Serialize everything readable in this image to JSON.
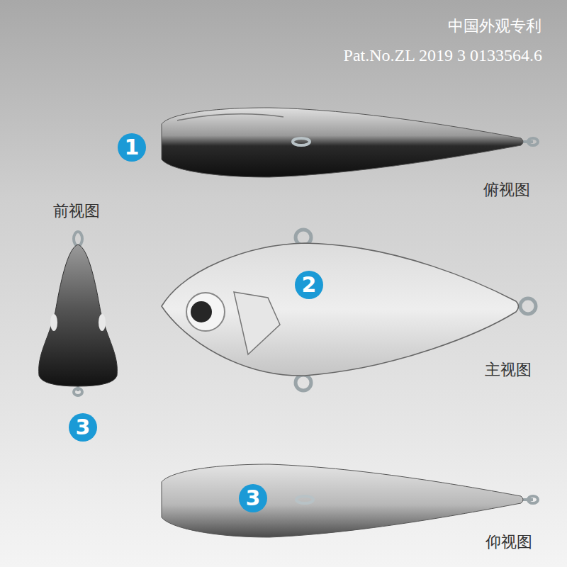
{
  "diagram": {
    "title": "中国外观专利",
    "labels": [
      "Pat.No.ZL 2019 3 0133564.6",
      "1",
      "俯视图",
      "前视图",
      "2",
      "主视图",
      "3",
      "3",
      "仰视图"
    ]
  }
}
